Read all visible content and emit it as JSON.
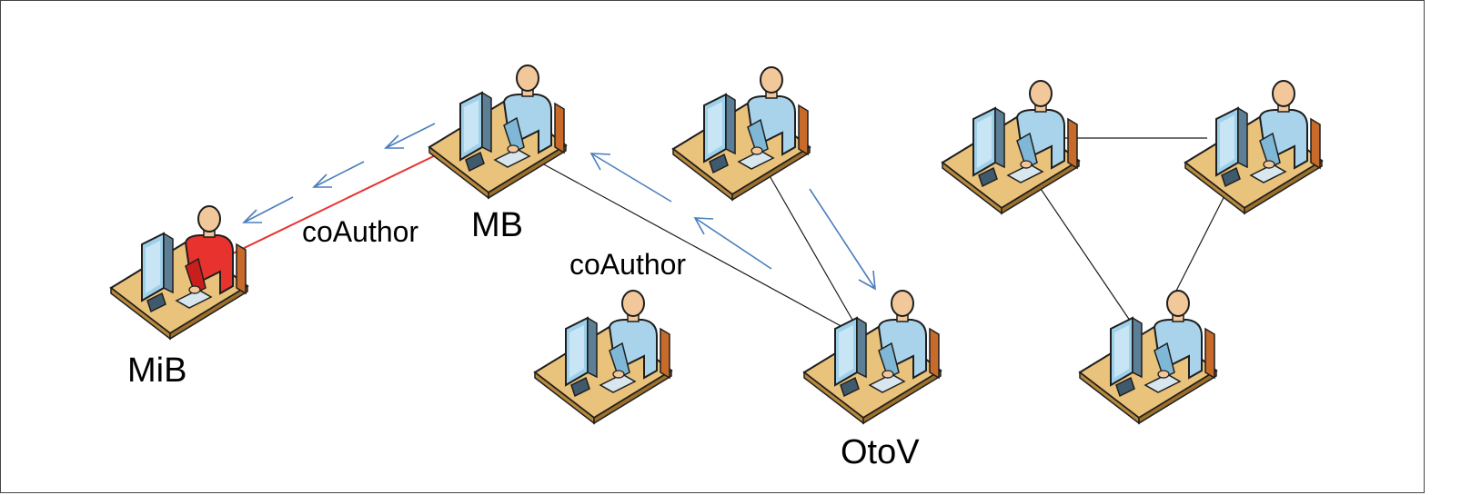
{
  "labels": {
    "mib": "MiB",
    "mb": "MB",
    "otov": "OtoV",
    "coauthor_left": "coAuthor",
    "coauthor_mid": "coAuthor"
  },
  "colors": {
    "highlight_link": "#e8322e",
    "plain_link": "#1a1a1a",
    "arrow": "#4a7ebb",
    "person_default": "#a9d3ea",
    "person_highlight": "#e8322e",
    "desk": "#e9c27c",
    "skin": "#f2c79a"
  },
  "nodes": [
    {
      "id": "mib",
      "icon": "workstation-user-icon",
      "highlight": true
    },
    {
      "id": "mb",
      "icon": "workstation-user-icon",
      "highlight": false
    },
    {
      "id": "n3",
      "icon": "workstation-user-icon",
      "highlight": false
    },
    {
      "id": "n4",
      "icon": "workstation-user-icon",
      "highlight": false
    },
    {
      "id": "otov",
      "icon": "workstation-user-icon",
      "highlight": false
    },
    {
      "id": "n6",
      "icon": "workstation-user-icon",
      "highlight": false
    },
    {
      "id": "n7",
      "icon": "workstation-user-icon",
      "highlight": false
    },
    {
      "id": "n8",
      "icon": "workstation-user-icon",
      "highlight": false
    }
  ],
  "links": [
    {
      "from": "mb",
      "to": "mib",
      "style": "highlight"
    },
    {
      "from": "mb",
      "to": "otov",
      "style": "plain"
    },
    {
      "from": "n3",
      "to": "otov",
      "style": "plain"
    },
    {
      "from": "n6",
      "to": "n7",
      "style": "plain"
    },
    {
      "from": "n6",
      "to": "n8",
      "style": "plain"
    },
    {
      "from": "n7",
      "to": "n8",
      "style": "plain"
    }
  ]
}
